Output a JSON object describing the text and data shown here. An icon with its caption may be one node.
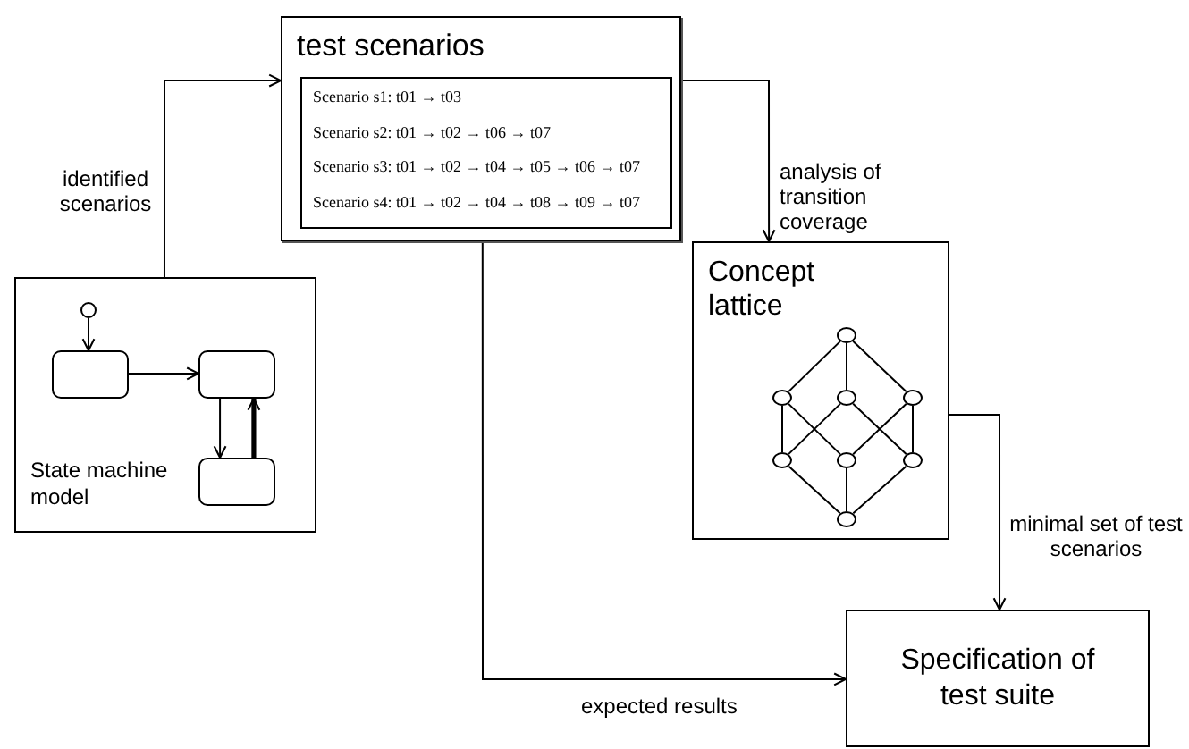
{
  "diagram": {
    "nodes": [
      {
        "text": [
          "test scenarios"
        ]
      },
      {
        "text": [
          "Scenario s1: t01 → t03",
          "Scenario s2: t01 → t02 → t06 → t07",
          "Scenario s3: t01 → t02 → t04 → t05 → t06 → t07",
          "Scenario s4: t01 → t02 → t04 → t08 → t09 → t07"
        ],
        "in": 0
      },
      {
        "text": [
          "State machine model"
        ]
      },
      {
        "text": [],
        "shape": "circle",
        "in": 2
      },
      {
        "text": [],
        "shape": "box",
        "in": 2
      },
      {
        "text": [],
        "shape": "box",
        "in": 2
      },
      {
        "text": [],
        "shape": "box",
        "in": 2
      },
      {
        "text": [
          "Concept lattice"
        ]
      },
      {
        "text": [],
        "shape": "circle",
        "in": 7
      },
      {
        "text": [],
        "shape": "circle",
        "in": 7
      },
      {
        "text": [],
        "shape": "circle",
        "in": 7
      },
      {
        "text": [],
        "shape": "circle",
        "in": 7
      },
      {
        "text": [],
        "shape": "circle",
        "in": 7
      },
      {
        "text": [],
        "shape": "circle",
        "in": 7
      },
      {
        "text": [],
        "shape": "circle",
        "in": 7
      },
      {
        "text": [],
        "shape": "circle",
        "in": 7
      },
      {
        "text": [
          "Specification of test suite"
        ]
      }
    ],
    "edges": [
      {
        "from": 2,
        "to": 0,
        "arrow": "to",
        "label": "identified scenarios"
      },
      {
        "from": 0,
        "to": 7,
        "arrow": "to",
        "label": "analysis of transition coverage"
      },
      {
        "from": 7,
        "to": 16,
        "arrow": "to",
        "label": "minimal set of test scenarios"
      },
      {
        "from": 0,
        "to": 16,
        "arrow": "to",
        "label": "expected results"
      },
      {
        "from": 3,
        "to": 4,
        "arrow": "to"
      },
      {
        "from": 4,
        "to": 5,
        "arrow": "to"
      },
      {
        "from": 5,
        "to": 6,
        "arrow": "to"
      },
      {
        "from": 6,
        "to": 5,
        "arrow": "to",
        "style": "thick"
      },
      {
        "from": 8,
        "to": 9,
        "arrow": "none"
      },
      {
        "from": 8,
        "to": 10,
        "arrow": "none"
      },
      {
        "from": 8,
        "to": 11,
        "arrow": "none"
      },
      {
        "from": 9,
        "to": 12,
        "arrow": "none"
      },
      {
        "from": 9,
        "to": 13,
        "arrow": "none"
      },
      {
        "from": 10,
        "to": 12,
        "arrow": "none"
      },
      {
        "from": 10,
        "to": 14,
        "arrow": "none"
      },
      {
        "from": 11,
        "to": 13,
        "arrow": "none"
      },
      {
        "from": 11,
        "to": 14,
        "arrow": "none"
      },
      {
        "from": 12,
        "to": 15,
        "arrow": "none"
      },
      {
        "from": 13,
        "to": 15,
        "arrow": "none"
      },
      {
        "from": 14,
        "to": 15,
        "arrow": "none"
      }
    ]
  }
}
